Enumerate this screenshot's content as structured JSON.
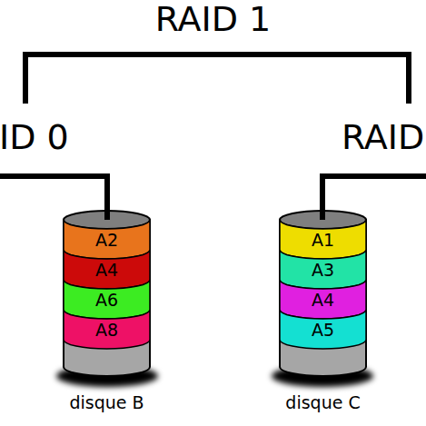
{
  "diagram": {
    "title": "RAID 1",
    "nodes": [
      {
        "text": [
          "disque B"
        ]
      },
      {
        "text": [
          "A2"
        ],
        "in": 0
      },
      {
        "text": [
          "A4"
        ],
        "in": 0
      },
      {
        "text": [
          "A6"
        ],
        "in": 0
      },
      {
        "text": [
          "A8"
        ],
        "in": 0
      },
      {
        "text": [
          "disque C"
        ]
      },
      {
        "text": [
          "A1"
        ],
        "in": 5
      },
      {
        "text": [
          "A3"
        ],
        "in": 5
      },
      {
        "text": [
          "A4"
        ],
        "in": 5
      },
      {
        "text": [
          "A5"
        ],
        "in": 5
      }
    ],
    "labels": [
      "ID 0",
      "RAID"
    ]
  }
}
